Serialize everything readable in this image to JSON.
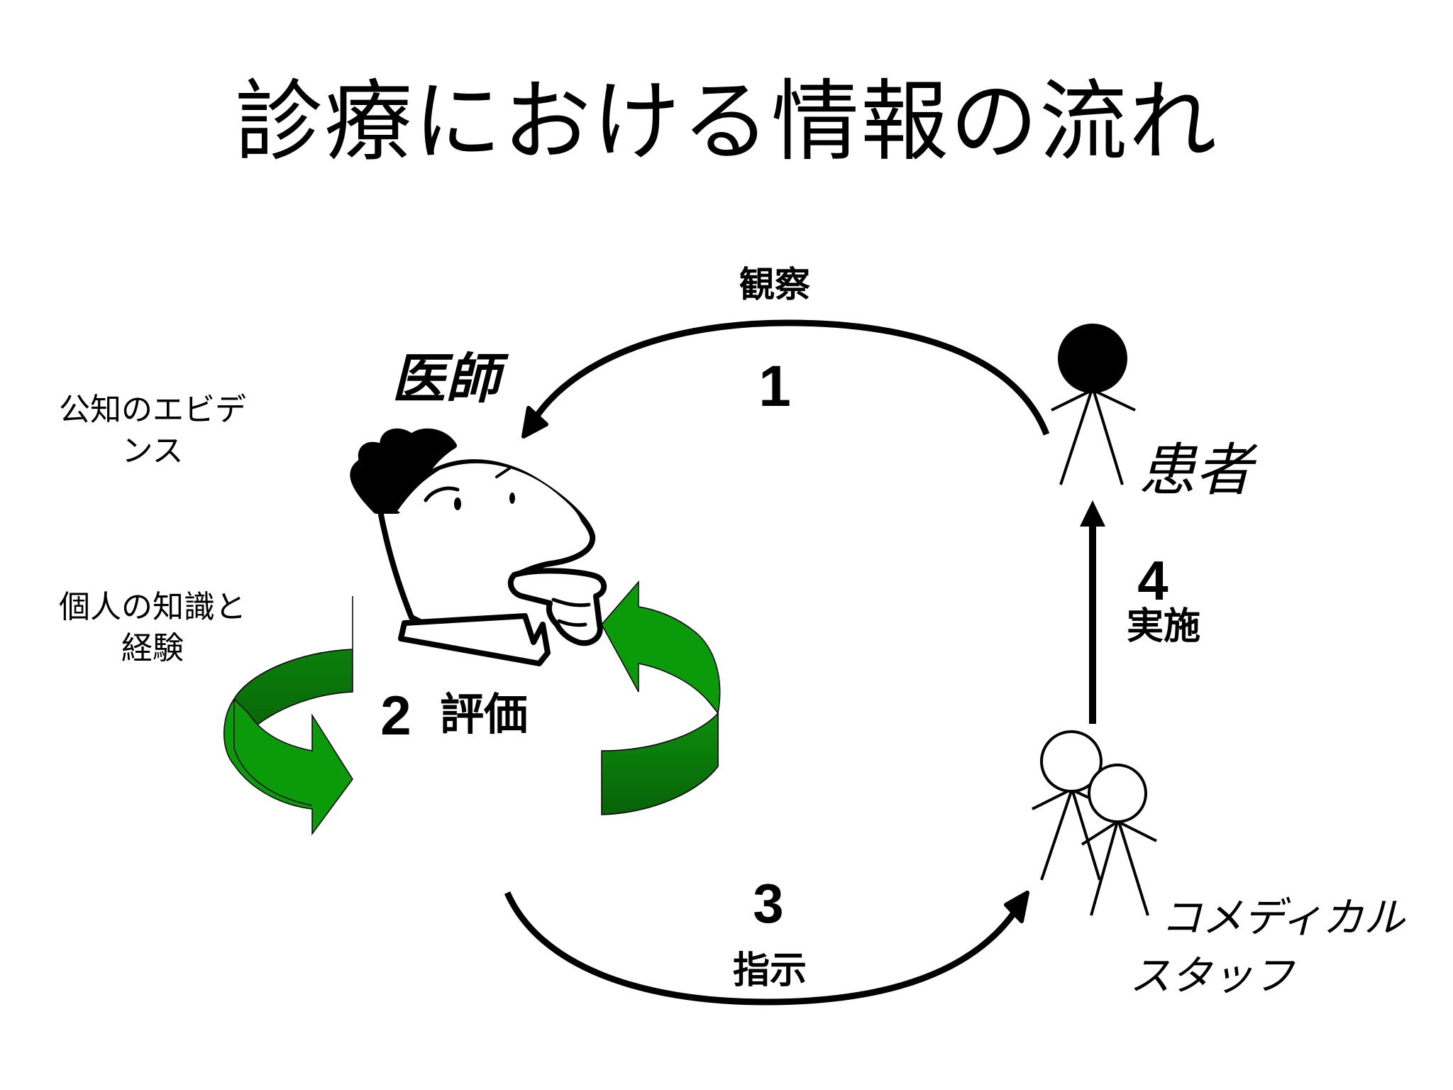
{
  "title": "診療における情報の流れ",
  "labels": {
    "observation": "観察",
    "step1": "1",
    "doctor": "医師",
    "patient": "患者",
    "public_evidence_line1": "公知のエビデ",
    "public_evidence_line2": "ンス",
    "personal_knowledge_line1": "個人の知識と",
    "personal_knowledge_line2": "経験",
    "step2": "2",
    "evaluation": "評価",
    "step4": "4",
    "implementation": "実施",
    "step3": "3",
    "instruction": "指示",
    "comedical_line1": "コメディカル",
    "comedical_line2": "スタッフ"
  },
  "colors": {
    "green_dark": "#0b6e0b",
    "green_light": "#0a9a0a",
    "stroke": "#000000"
  },
  "icons": [
    "doctor-figure",
    "patient-stick-figure",
    "staff-stick-figures",
    "cycle-arrows"
  ]
}
